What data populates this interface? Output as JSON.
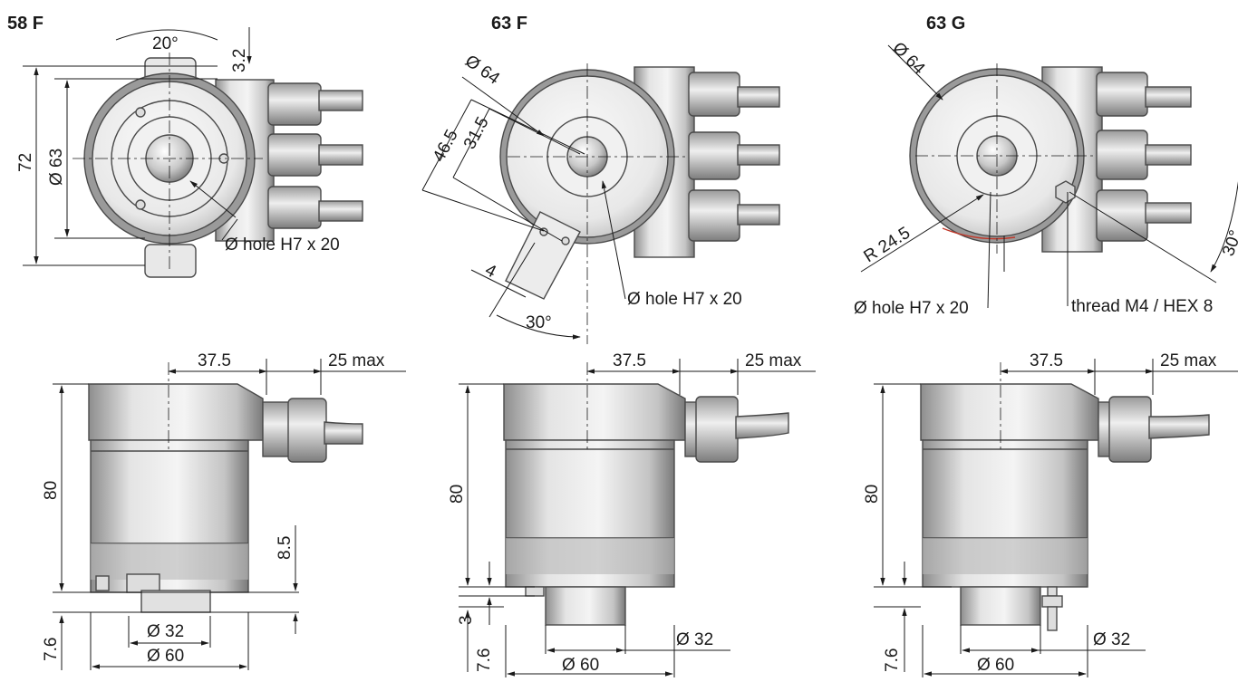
{
  "titles": {
    "v1": "58 F",
    "v2": "63 F",
    "v3": "63 G"
  },
  "dims": {
    "d20deg": "20°",
    "d3_2": "3.2",
    "d72": "72",
    "d63_58": "Ø 63",
    "hole58": "Ø hole H7 x 20",
    "d64_63f": "Ø 64",
    "d46_5": "46.5",
    "d31_5": "31.5",
    "d4": "4",
    "d30_63f": "30°",
    "hole63f": "Ø hole H7 x 20",
    "d64_63g": "Ø 64",
    "r24_5": "R 24.5",
    "d30_63g": "30°",
    "hole63g": "Ø hole H7 x 20",
    "thread": "thread M4 / HEX 8",
    "s1_37_5": "37.5",
    "s1_25max": "25 max",
    "s1_80": "80",
    "s1_8_5": "8.5",
    "s1_7_6": "7.6",
    "s1_d32": "Ø 32",
    "s1_d60": "Ø 60",
    "s2_37_5": "37.5",
    "s2_25max": "25 max",
    "s2_80": "80",
    "s2_3": "3",
    "s2_7_6": "7.6",
    "s2_d32": "Ø 32",
    "s2_d60": "Ø 60",
    "s3_37_5": "37.5",
    "s3_25max": "25 max",
    "s3_80": "80",
    "s3_7_6": "7.6",
    "s3_d32": "Ø 32",
    "s3_d60": "Ø 60"
  },
  "colors": {
    "line": "#1a1a1a",
    "metal_light": "#efefef",
    "metal_dark": "#9a9a9a",
    "accent_red": "#c0392b"
  }
}
